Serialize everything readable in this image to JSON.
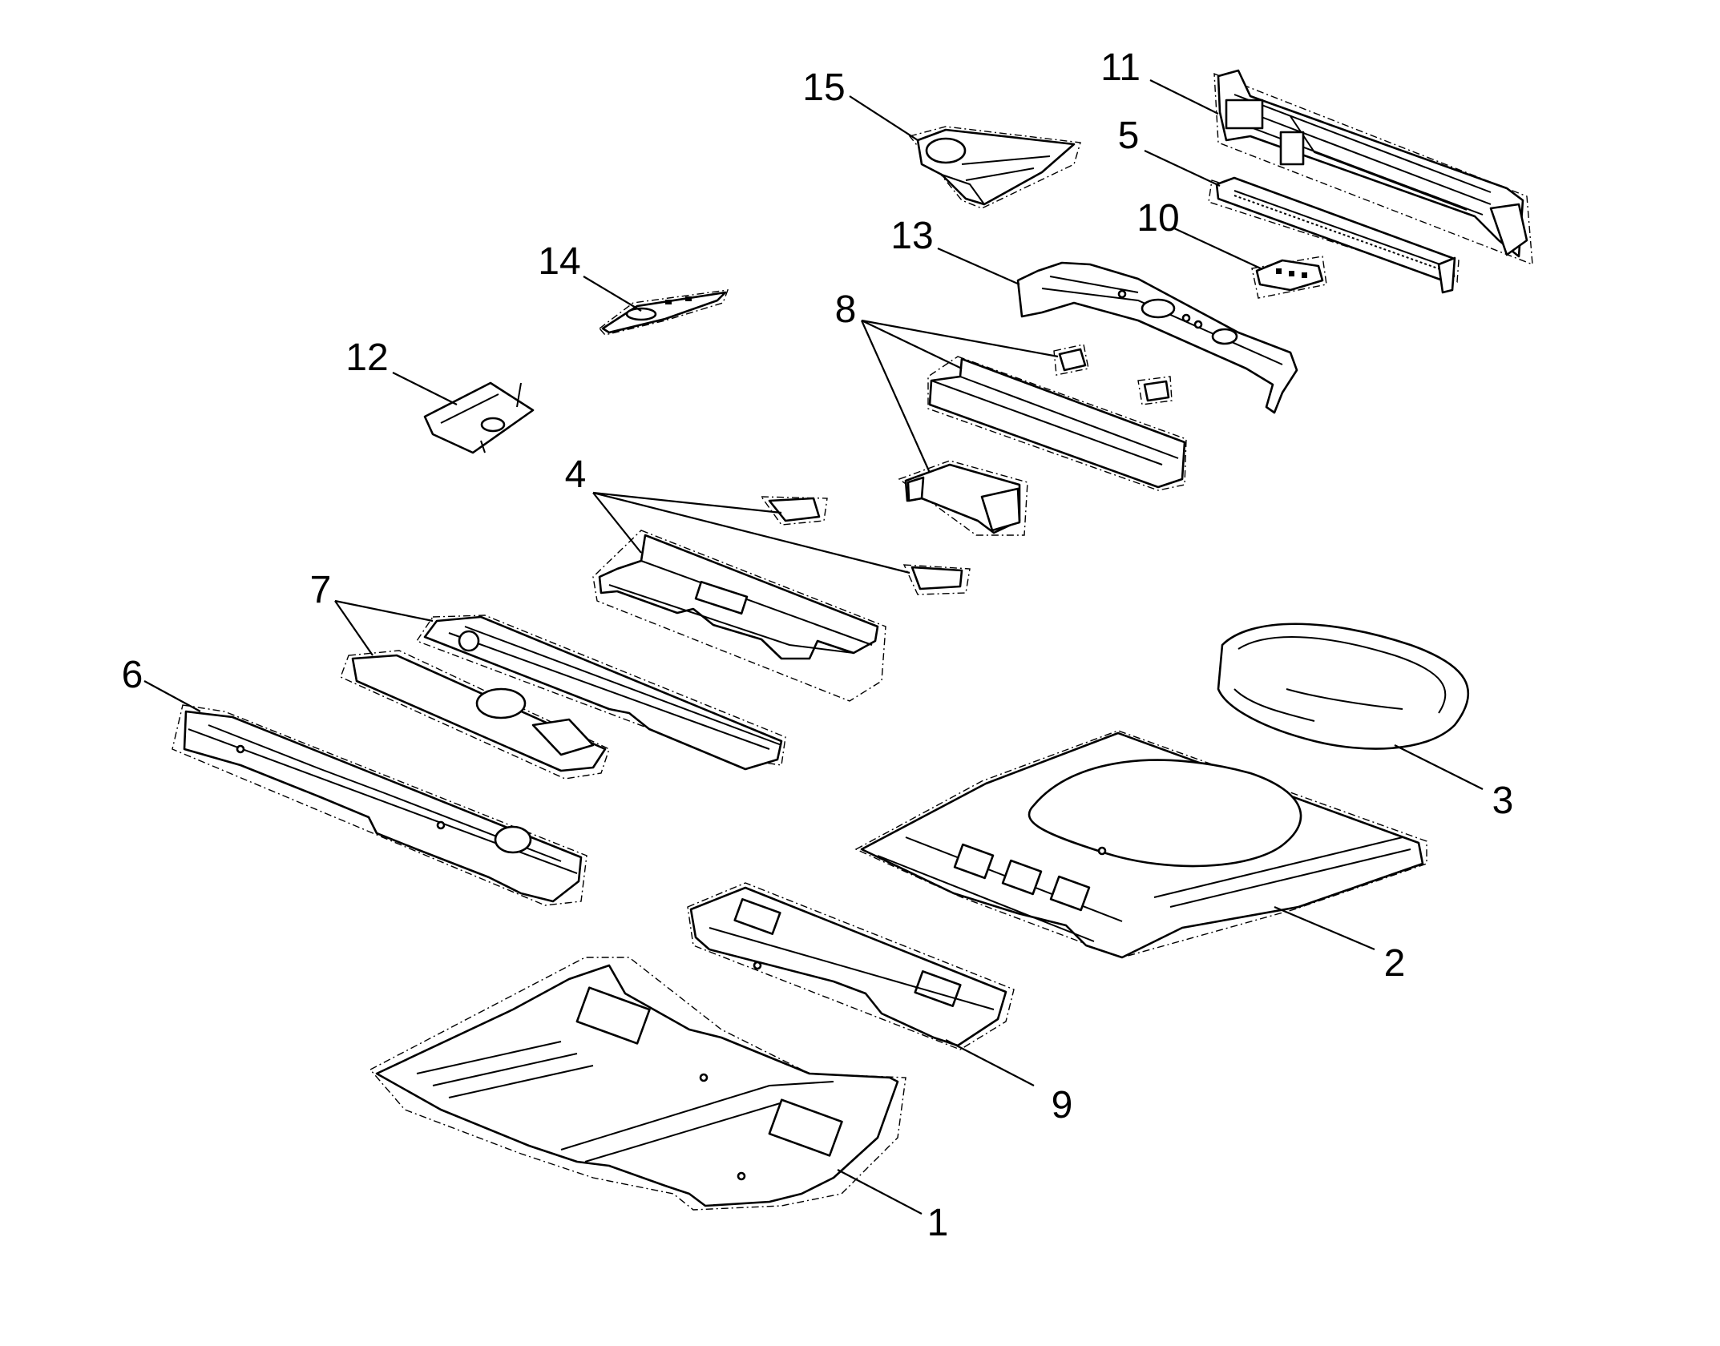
{
  "callouts": [
    {
      "id": "1",
      "label": "1"
    },
    {
      "id": "2",
      "label": "2"
    },
    {
      "id": "3",
      "label": "3"
    },
    {
      "id": "4",
      "label": "4"
    },
    {
      "id": "5",
      "label": "5"
    },
    {
      "id": "6",
      "label": "6"
    },
    {
      "id": "7",
      "label": "7"
    },
    {
      "id": "8",
      "label": "8"
    },
    {
      "id": "9",
      "label": "9"
    },
    {
      "id": "10",
      "label": "10"
    },
    {
      "id": "11",
      "label": "11"
    },
    {
      "id": "12",
      "label": "12"
    },
    {
      "id": "13",
      "label": "13"
    },
    {
      "id": "14",
      "label": "14"
    },
    {
      "id": "15",
      "label": "15"
    }
  ],
  "colors": {
    "ink": "#000000",
    "paper": "#ffffff"
  }
}
